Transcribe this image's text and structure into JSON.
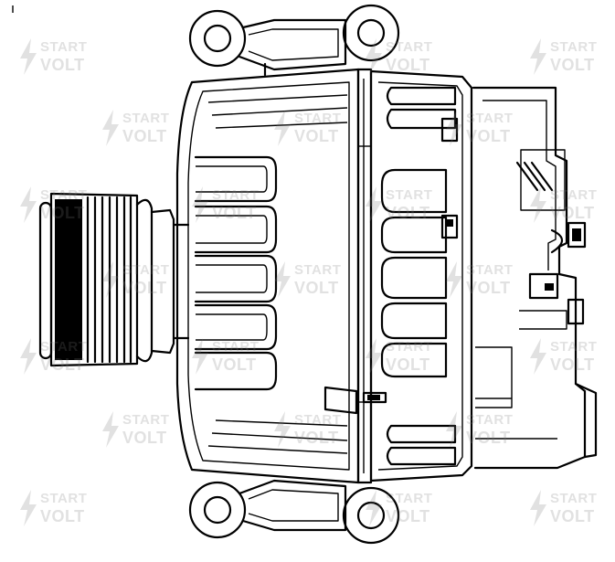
{
  "watermark": {
    "line1": "START",
    "line2": "VOLT",
    "color": "#7a7a7a"
  },
  "drawing": {
    "subject": "alternator-line-drawing",
    "stroke": "#000000",
    "background": "#ffffff"
  }
}
